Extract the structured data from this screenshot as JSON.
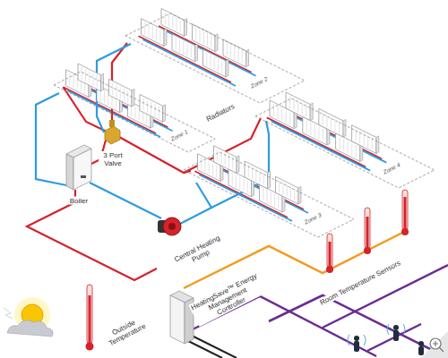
{
  "diagram": {
    "nodes": [
      {
        "text": [
          "Zone 2"
        ]
      },
      {
        "text": [
          "Zone 1"
        ]
      },
      {
        "text": [
          "Zone 4"
        ]
      },
      {
        "text": [
          "Zone 3"
        ]
      }
    ],
    "labels": [
      "Radiators",
      "3 Port Valve",
      "Boiler",
      "Central Heating Pump",
      "HeatingSave™ Energy Management Controller",
      "Room Temperature Sensors",
      "Outside Temperature"
    ]
  }
}
